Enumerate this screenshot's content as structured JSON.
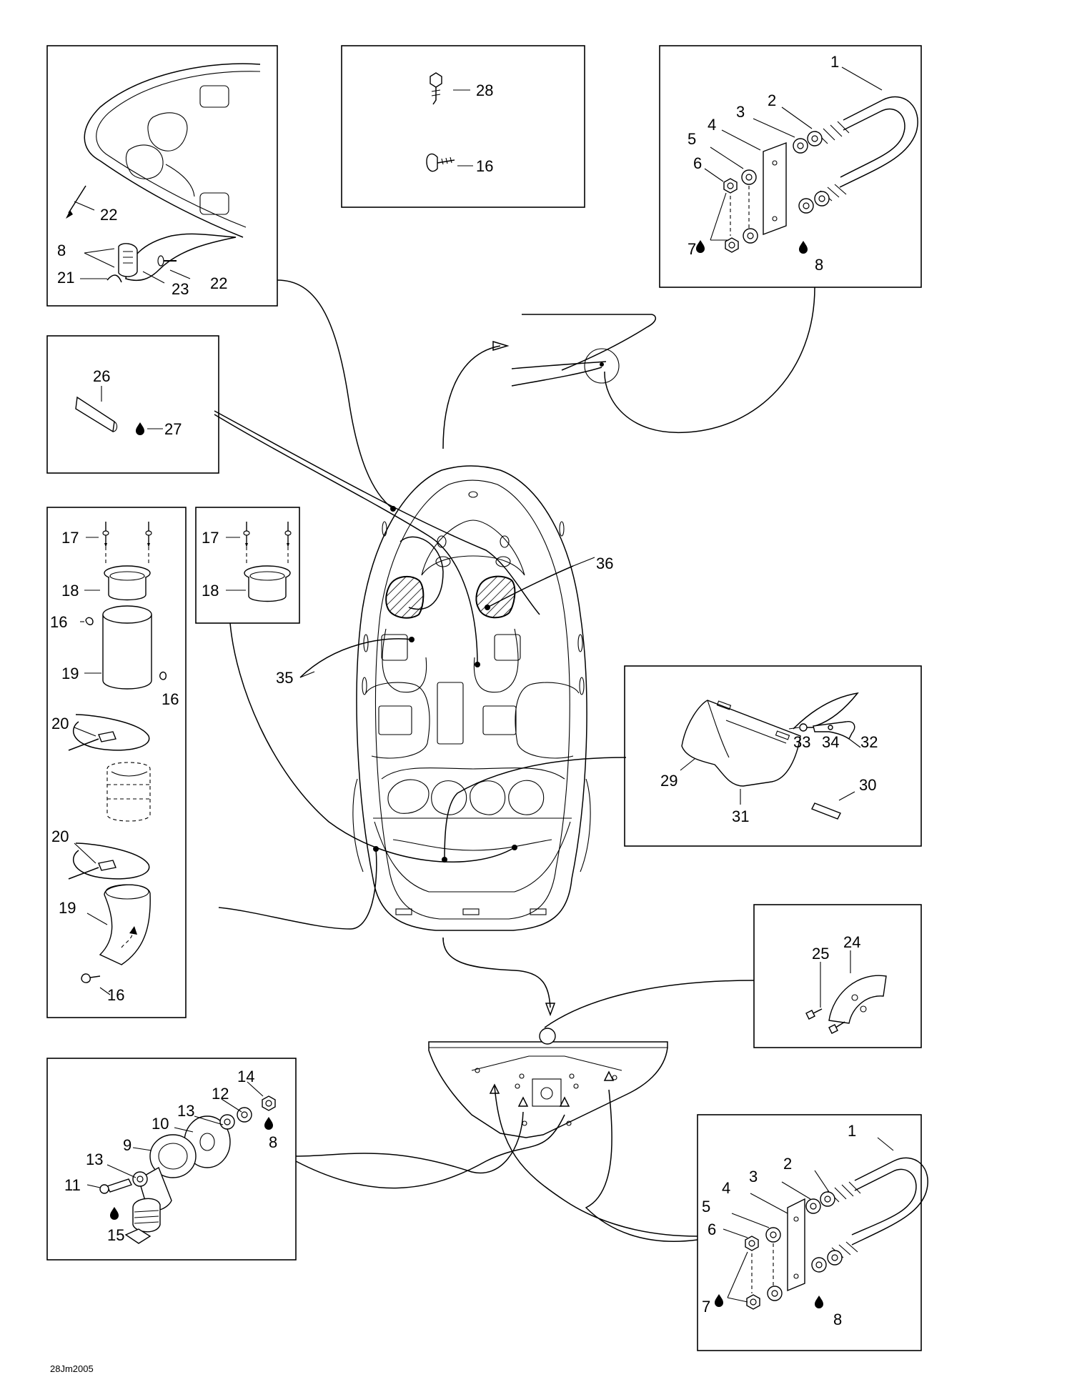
{
  "diagram_code": "28Jm2005",
  "callouts": {
    "c1a": "1",
    "c2a": "2",
    "c3a": "3",
    "c4a": "4",
    "c5a": "5",
    "c6a": "6",
    "c7a": "7",
    "c8a": "8",
    "c28": "28",
    "c16a": "16",
    "c22a": "22",
    "c22b": "22",
    "c8b": "8",
    "c21": "21",
    "c23": "23",
    "c26": "26",
    "c27": "27",
    "c17a": "17",
    "c18a": "18",
    "c16b": "16",
    "c19a": "19",
    "c16c": "16",
    "c20a": "20",
    "c20b": "20",
    "c19b": "19",
    "c16d": "16",
    "c17b": "17",
    "c18b": "18",
    "c35": "35",
    "c36": "36",
    "c33": "33",
    "c34": "34",
    "c32": "32",
    "c29": "29",
    "c30": "30",
    "c31": "31",
    "c25": "25",
    "c24": "24",
    "c14": "14",
    "c12": "12",
    "c13a": "13",
    "c10": "10",
    "c9": "9",
    "c13b": "13",
    "c11": "11",
    "c8c": "8",
    "c15": "15",
    "c1b": "1",
    "c2b": "2",
    "c3b": "3",
    "c4b": "4",
    "c5b": "5",
    "c6b": "6",
    "c7b": "7",
    "c8d": "8"
  }
}
